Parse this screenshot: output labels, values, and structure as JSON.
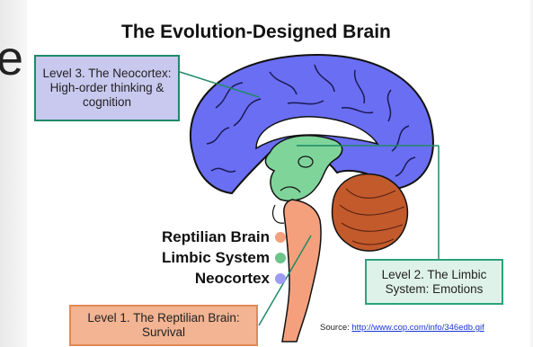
{
  "slide": {
    "partial_letter": "e"
  },
  "figure": {
    "title": "The Evolution-Designed Brain",
    "boxes": {
      "neocortex": "Level 3.  The Neocortex: High-order thinking & cognition",
      "limbic": "Level 2. The Limbic System: Emotions",
      "reptilian": "Level 1. The Reptilian Brain: Survival"
    },
    "legend": [
      {
        "label": "Reptilian Brain",
        "color": "#f4a07d"
      },
      {
        "label": "Limbic System",
        "color": "#6cc48a"
      },
      {
        "label": "Neocortex",
        "color": "#9c9cf2"
      }
    ],
    "source": {
      "prefix": "Source: ",
      "link": "http://www.cop.com/info/346edb.gif"
    },
    "colors": {
      "neocortex": "#6a6ef2",
      "limbic": "#7fd49a",
      "reptilian": "#f4a07d",
      "cerebellum": "#c25a2c"
    }
  }
}
